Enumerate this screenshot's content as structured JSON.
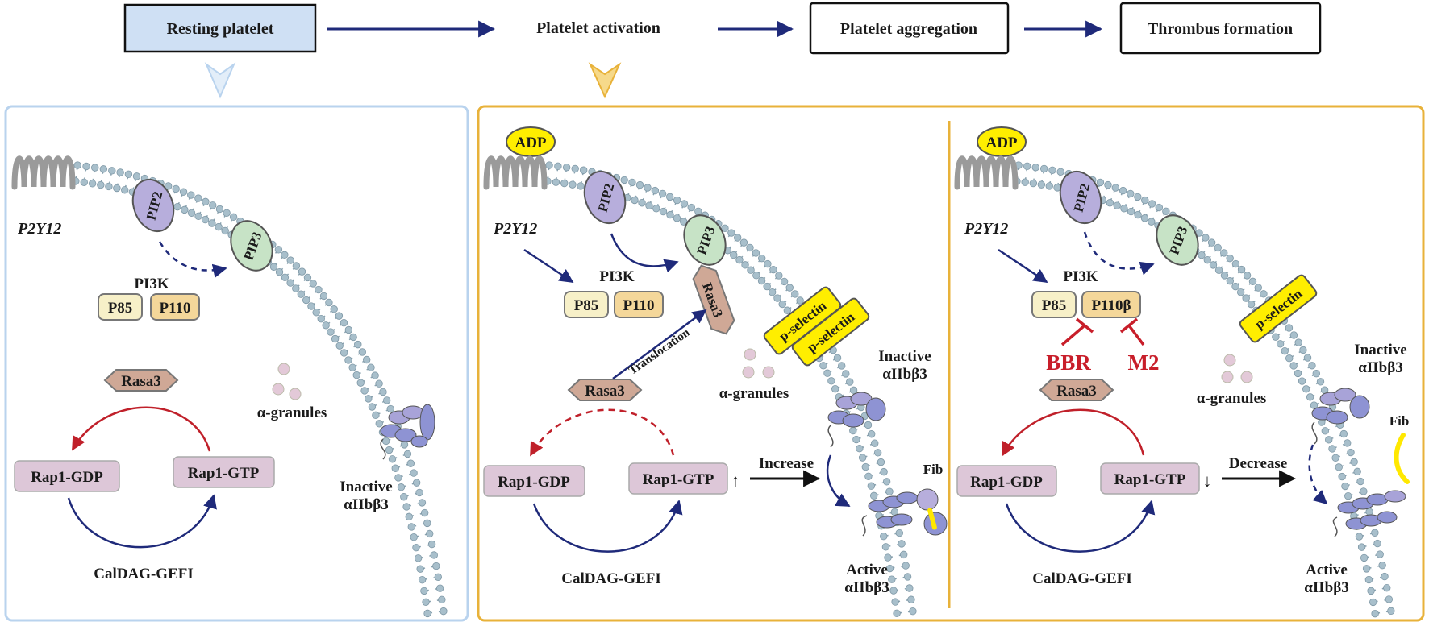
{
  "flow": {
    "resting": "Resting platelet",
    "activation": "Platelet activation",
    "aggregation": "Platelet aggregation",
    "thrombus": "Thrombus formation"
  },
  "panel1": {
    "receptor": "P2Y12",
    "pip2": "PIP2",
    "pip3": "PIP3",
    "pi3k": "PI3K",
    "p85": "P85",
    "p110": "P110",
    "rasa3": "Rasa3",
    "granules": "α-granules",
    "rap1_gdp": "Rap1-GDP",
    "rap1_gtp": "Rap1-GTP",
    "caldag": "CalDAG-GEFI",
    "integrin_state": "Inactive",
    "integrin": "αIIbβ3"
  },
  "panel2": {
    "adp": "ADP",
    "receptor": "P2Y12",
    "pip2": "PIP2",
    "pip3": "PIP3",
    "pi3k": "PI3K",
    "p85": "P85",
    "p110": "P110",
    "rasa3_membrane": "Rasa3",
    "translocation": "Translocation",
    "rasa3": "Rasa3",
    "pselectin": "p-selectin",
    "granules": "α-granules",
    "inactive": "Inactive",
    "active": "Active",
    "integrin": "αIIbβ3",
    "rap1_gdp": "Rap1-GDP",
    "rap1_gtp": "Rap1-GTP",
    "up_arrow": "↑",
    "increase": "Increase",
    "fib": "Fib",
    "caldag": "CalDAG-GEFI"
  },
  "panel3": {
    "adp": "ADP",
    "receptor": "P2Y12",
    "pip2": "PIP2",
    "pip3": "PIP3",
    "pi3k": "PI3K",
    "p85": "P85",
    "p110": "P110β",
    "bbr": "BBR",
    "m2": "M2",
    "rasa3": "Rasa3",
    "pselectin": "p-selectin",
    "granules": "α-granules",
    "inactive": "Inactive",
    "active": "Active",
    "integrin": "αIIbβ3",
    "rap1_gdp": "Rap1-GDP",
    "rap1_gtp": "Rap1-GTP",
    "down_arrow": "↓",
    "decrease": "Decrease",
    "fib": "Fib",
    "caldag": "CalDAG-GEFI"
  },
  "colors": {
    "navy_arrow": "#1f2a7a",
    "red_arrow": "#c0202a",
    "inhibitor_red": "#c81e2a",
    "resting_fill": "#cfe0f4",
    "panel1_border": "#b9d3ee",
    "panel2_border": "#e8b23a",
    "membrane_head": "#a8bfcb",
    "pip2_fill": "#b7aedc",
    "pip3_fill": "#c7e3c6",
    "p85_fill": "#f7f0c8",
    "p110_fill": "#f4d79a",
    "rasa3_fill": "#cfa896",
    "rap1_fill": "#ddc7d8",
    "adp_fill": "#ffee00",
    "pselectin_fill": "#ffee00",
    "granule_fill": "#e3c9d8",
    "integrin_fill": "#8e93d3"
  }
}
